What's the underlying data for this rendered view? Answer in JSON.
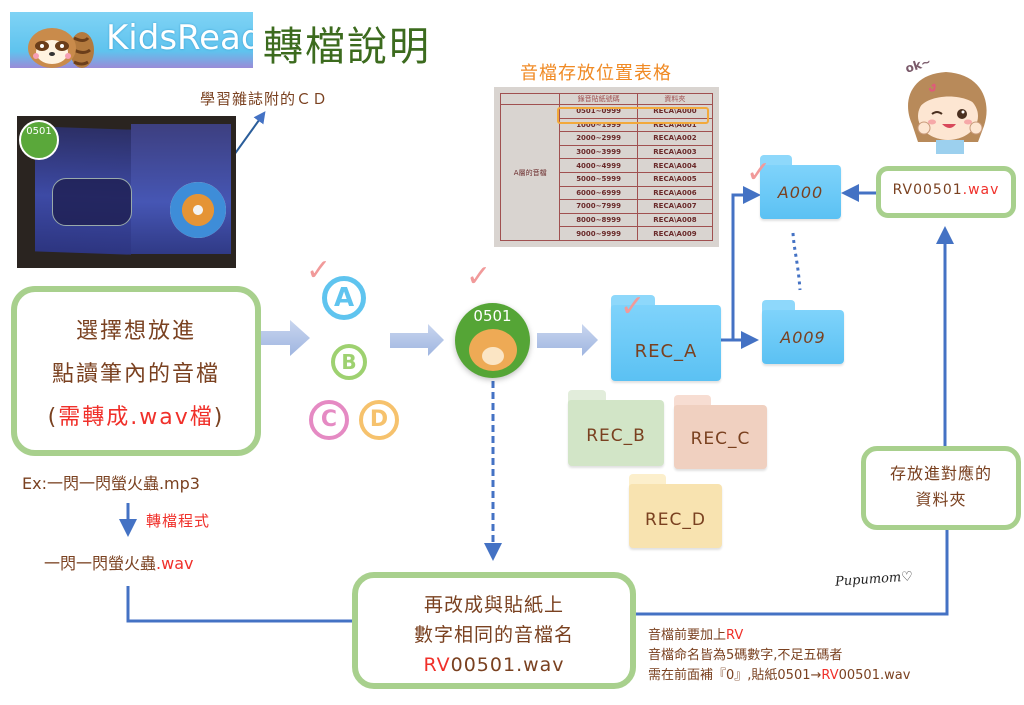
{
  "header": {
    "logo_text": "KidsRead",
    "title": "轉檔說明"
  },
  "photo": {
    "badge_number": "0501",
    "cd_label": "學習雜誌附的ＣＤ"
  },
  "storage_table": {
    "title": "音檔存放位置表格",
    "row_header": "A層的音檔",
    "columns": [
      "錄音貼紙號碼",
      "資料夾"
    ],
    "rows": [
      [
        "0501~0999",
        "RECA\\A000"
      ],
      [
        "1000~1999",
        "RECA\\A001"
      ],
      [
        "2000~2999",
        "RECA\\A002"
      ],
      [
        "3000~3999",
        "RECA\\A003"
      ],
      [
        "4000~4999",
        "RECA\\A004"
      ],
      [
        "5000~5999",
        "RECA\\A005"
      ],
      [
        "6000~6999",
        "RECA\\A006"
      ],
      [
        "7000~7999",
        "RECA\\A007"
      ],
      [
        "8000~8999",
        "RECA\\A008"
      ],
      [
        "9000~9999",
        "RECA\\A009"
      ]
    ],
    "highlighted_row": 0,
    "highlight_color": "#f2a93b"
  },
  "step_choose": {
    "line1": "選擇想放進",
    "line2": "點讀筆內的音檔",
    "line3_open": "(",
    "line3_red": "需轉成",
    "line3_mono": ".wav",
    "line3_tail": "檔",
    "line3_close": ")"
  },
  "example": {
    "source": "Ex:一閃一閃螢火蟲.mp3",
    "convert_label": "轉檔程式",
    "target_name": "一閃一閃螢火蟲",
    "target_ext": ".wav"
  },
  "levels": {
    "a": "A",
    "b": "B",
    "c": "C",
    "d": "D"
  },
  "sticker": {
    "number": "0501"
  },
  "step_rename": {
    "line1": "再改成與貼紙上",
    "line2": "數字相同的音檔名",
    "filename_prefix": "RV",
    "filename_rest": "00501.wav"
  },
  "folders": {
    "rec_a": "REC_A",
    "rec_b": "REC_B",
    "rec_c": "REC_C",
    "rec_d": "REC_D",
    "a000": "A000",
    "a009": "A009"
  },
  "file_box": {
    "name": "RV00501",
    "ext": ".wav"
  },
  "step_store": {
    "line1": "存放進對應的",
    "line2": "資料夾"
  },
  "note": {
    "line1_text": "音檔前要加上",
    "line1_red": "RV",
    "line2": "音檔命名皆為5碼數字,不足五碼者",
    "line3_text": "需在前面補『0』,貼紙0501→",
    "line3_red": "RV",
    "line3_tail": "00501.wav"
  },
  "signature": "Pupumom♡",
  "girl": {
    "speech": "ok~"
  },
  "colors": {
    "box_border": "#a8d08d",
    "arrow_blue": "#4472c4",
    "text_brown": "#7a4120",
    "accent_red": "#f0302a",
    "title_green": "#3c6b1e",
    "folder_blue": "#5bc1f3",
    "check_pink": "#f19a9a"
  }
}
